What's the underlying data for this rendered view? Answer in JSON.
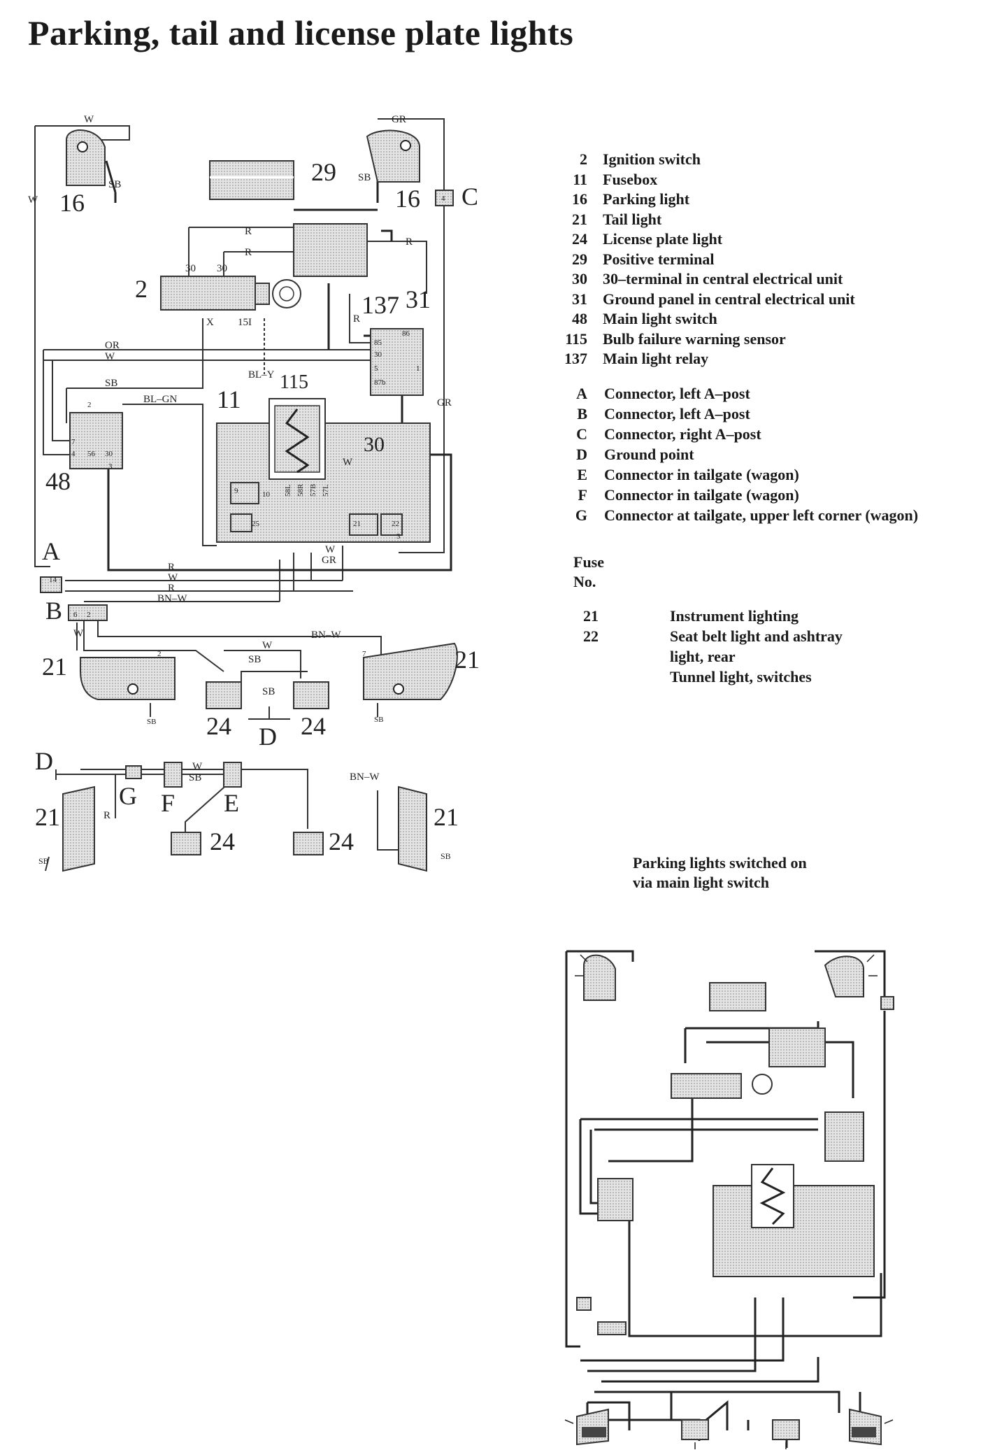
{
  "title": "Parking, tail and license plate lights",
  "legend": [
    {
      "num": "2",
      "text": "Ignition switch"
    },
    {
      "num": "11",
      "text": "Fusebox"
    },
    {
      "num": "16",
      "text": "Parking light"
    },
    {
      "num": "21",
      "text": "Tail light"
    },
    {
      "num": "24",
      "text": "License plate light"
    },
    {
      "num": "29",
      "text": "Positive terminal"
    },
    {
      "num": "30",
      "text": "30–terminal in central electrical unit"
    },
    {
      "num": "31",
      "text": "Ground panel in central electrical unit"
    },
    {
      "num": "48",
      "text": "Main light switch"
    },
    {
      "num": "115",
      "text": "Bulb failure warning sensor"
    },
    {
      "num": "137",
      "text": "Main light relay"
    }
  ],
  "connectors": [
    {
      "num": "A",
      "text": "Connector, left A–post"
    },
    {
      "num": "B",
      "text": "Connector, left A–post"
    },
    {
      "num": "C",
      "text": "Connector, right A–post"
    },
    {
      "num": "D",
      "text": "Ground point"
    },
    {
      "num": "E",
      "text": "Connector in tailgate (wagon)"
    },
    {
      "num": "F",
      "text": "Connector in tailgate (wagon)"
    },
    {
      "num": "G",
      "text": "Connector at tailgate, upper left corner (wagon)"
    }
  ],
  "fuse": {
    "heading_line1": "Fuse",
    "heading_line2": "No.",
    "rows": [
      {
        "num": "21",
        "lines": [
          "Instrument lighting"
        ]
      },
      {
        "num": "22",
        "lines": [
          "Seat belt light and ashtray",
          "light, rear",
          "Tunnel light, switches"
        ]
      }
    ]
  },
  "caption_line1": "Parking lights switched on",
  "caption_line2": "via main light switch",
  "diagram_labels": {
    "c16": "16",
    "c29": "29",
    "c2": "2",
    "c137": "137",
    "c31": "31",
    "c115": "115",
    "c11": "11",
    "c48": "48",
    "c30": "30",
    "c21": "21",
    "c24": "24",
    "A": "A",
    "B": "B",
    "C": "C",
    "D": "D",
    "E": "E",
    "F": "F",
    "G": "G",
    "W": "W",
    "GR": "GR",
    "SB": "SB",
    "R": "R",
    "OR": "OR",
    "BL_GN": "BL–GN",
    "BL_Y": "BL–Y",
    "BN_W": "BN–W",
    "X": "X",
    "n15I": "15I",
    "n30": "30",
    "n14": "14",
    "n6": "6",
    "n2": "2",
    "n4": "4",
    "n7": "7",
    "n9": "9",
    "n10": "10",
    "n25": "25",
    "n22": "22",
    "n3": "3",
    "n85": "85",
    "n86": "86",
    "n87b": "87b",
    "n56": "56",
    "n1": "1",
    "n5": "5",
    "w58L": "58L",
    "w58R": "58R",
    "w57B": "57B",
    "w57L": "57L"
  }
}
